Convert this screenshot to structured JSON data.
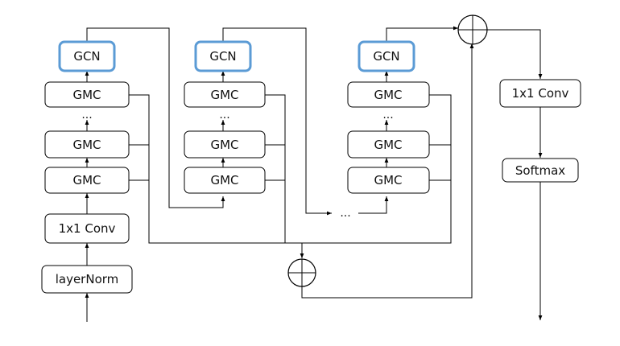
{
  "labels": {
    "gcn": "GCN",
    "gmc": "GMC",
    "conv": "1x1 Conv",
    "norm": "layerNorm",
    "softmax": "Softmax",
    "ellipsis": "..."
  },
  "colors": {
    "gcn_border": "#5b9bd5",
    "line": "#000000"
  },
  "icons": [
    "plus-circle-icon"
  ]
}
